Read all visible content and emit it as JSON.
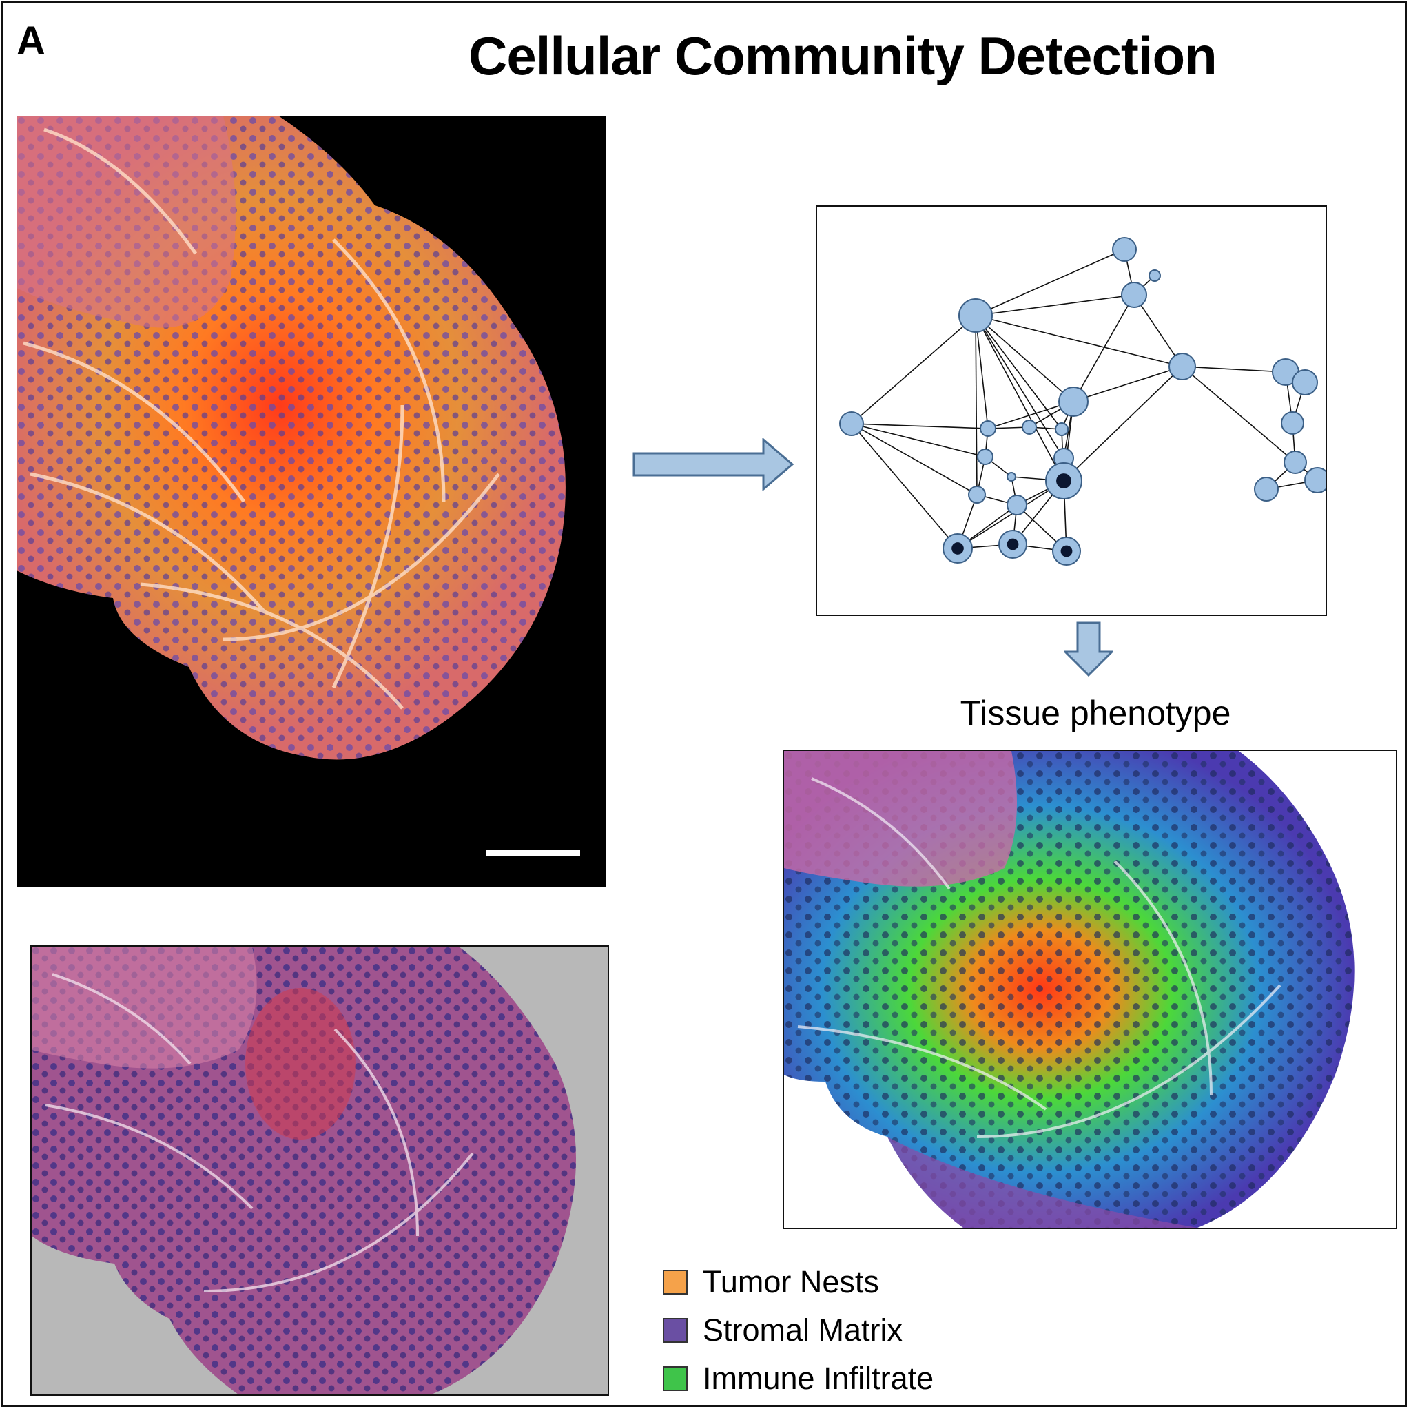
{
  "panel_label": "A",
  "title": "Cellular Community Detection",
  "phenotype_label": "Tissue phenotype",
  "legend": [
    {
      "label": "Tumor Nests",
      "color": "#f5a24a"
    },
    {
      "label": "Stromal Matrix",
      "color": "#6a4fa3"
    },
    {
      "label": "Immune Infiltrate",
      "color": "#3fc44a"
    }
  ],
  "colors": {
    "arrow_fill": "#a9c6e2",
    "arrow_stroke": "#4a6e94",
    "node_fill": "#9fc1e3",
    "node_stroke": "#3b5f86"
  },
  "images": {
    "fluorescence": "multiplex fluorescence tissue image with scale bar",
    "he_stain": "H&E stained tissue section",
    "phenotype_map": "tissue phenotype map"
  }
}
